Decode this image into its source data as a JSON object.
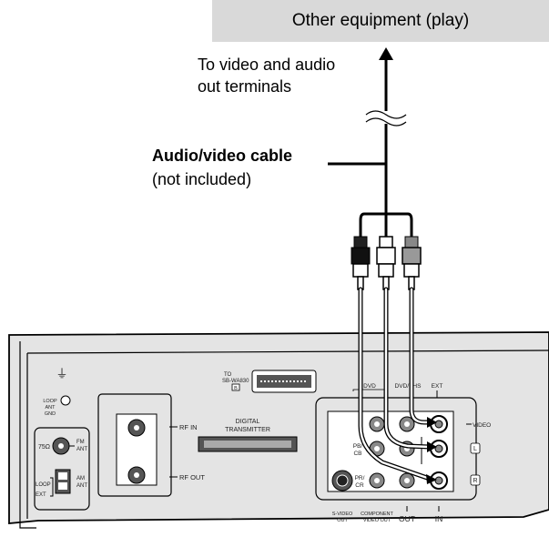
{
  "equipment": {
    "label": "Other equipment (play)"
  },
  "callouts": {
    "terminals_line1": "To video and audio",
    "terminals_line2": "out terminals",
    "cable_title": "Audio/video cable",
    "cable_note": "(not included)"
  },
  "panel": {
    "ground": "⏚",
    "loop_ant_gnd": [
      "LOOP",
      "ANT",
      "GND"
    ],
    "to_sb_line1": "TO",
    "to_sb_line2": "SB-WA830",
    "to_sb_badge": "B",
    "ohm": "75Ω",
    "fm_ant": [
      "FM",
      "ANT"
    ],
    "am_ant": [
      "AM",
      "ANT"
    ],
    "loop": "LOOP",
    "ext": "EXT",
    "rf_in": "RF IN",
    "rf_out": "RF OUT",
    "digital_transmitter": [
      "DIGITAL",
      "TRANSMITTER"
    ],
    "dvd": "DVD",
    "dvd_vhs": "DVD/VHS",
    "ext_col": "EXT",
    "video": "VIDEO",
    "ch_l": "L",
    "ch_r": "R",
    "pb_cb": [
      "PB/",
      "CB"
    ],
    "pr_cr": [
      "PR/",
      "CR"
    ],
    "svideo_out": [
      "S-VIDEO",
      "OUT"
    ],
    "component_out": [
      "COMPONENT",
      "VIDEO OUT"
    ],
    "out": "OUT",
    "in": "IN"
  }
}
